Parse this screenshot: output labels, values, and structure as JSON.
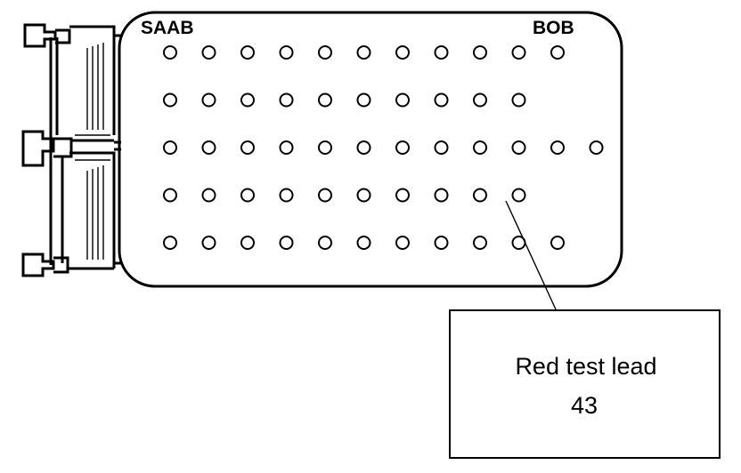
{
  "board": {
    "brand_left": "SAAB",
    "brand_right": "BOB",
    "pin_rows": [
      11,
      10,
      12,
      10,
      11
    ]
  },
  "callout": {
    "line1": "Red test lead",
    "line2": "43"
  },
  "colors": {
    "ink": "#000000",
    "background": "#ffffff"
  }
}
